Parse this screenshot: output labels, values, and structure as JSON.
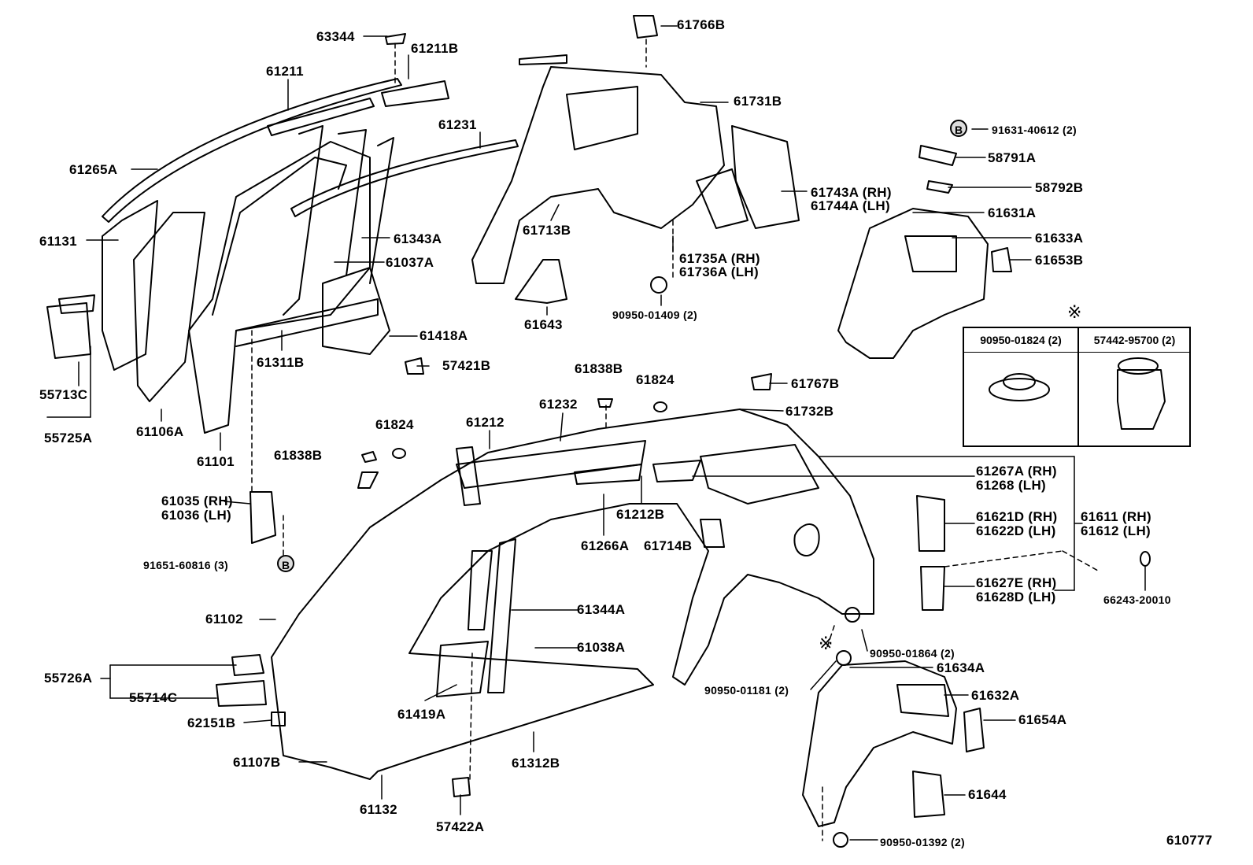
{
  "labels": [
    "63344",
    "61211B",
    "61211",
    "61231",
    "61265A",
    "61131",
    "61343A",
    "61037A",
    "61418A",
    "61311B",
    "57421B",
    "55713C",
    "61106A",
    "55725A",
    "61101",
    "61766B",
    "61731B",
    "61713B",
    "61743A (RH)",
    "61744A (LH)",
    "61735A (RH)",
    "61736A (LH)",
    "61643",
    "90950-01409 (2)",
    "91631-40612 (2)",
    "58791A",
    "58792B",
    "61631A",
    "61633A",
    "61653B",
    "61838B",
    "61824",
    "61767B",
    "61232",
    "61732B",
    "61212",
    "61824",
    "61838B",
    "61267A (RH)",
    "61268  (LH)",
    "61212B",
    "61035 (RH)",
    "61036 (LH)",
    "61621D (RH)",
    "61622D (LH)",
    "61611 (RH)",
    "61612 (LH)",
    "61266A",
    "61714B",
    "91651-60816 (3)",
    "61627E (RH)",
    "61628D (LH)",
    "66243-20010",
    "61344A",
    "61102",
    "61038A",
    "90950-01864 (2)",
    "61634A",
    "55726A",
    "90950-01181 (2)",
    "55714C",
    "61632A",
    "61419A",
    "61654A",
    "62151B",
    "61107B",
    "61312B",
    "61644",
    "61132",
    "57422A",
    "90950-01392 (2)"
  ],
  "markers": {
    "b": "B",
    "note": "※"
  },
  "legend": {
    "left": "90950-01824 (2)",
    "right": "57442-95700 (2)"
  },
  "figure_id": "610777"
}
